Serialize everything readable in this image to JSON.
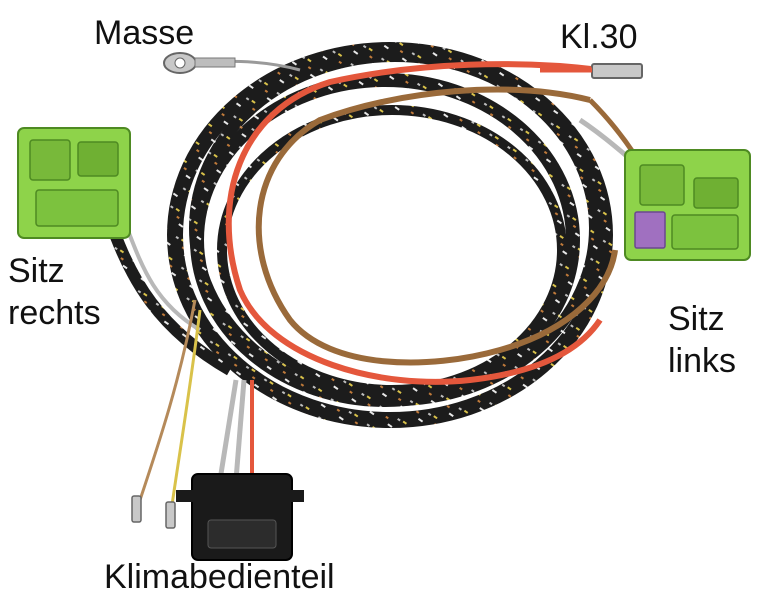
{
  "labels": {
    "masse": "Masse",
    "kl30": "Kl.30",
    "sitz_rechts_line1": "Sitz",
    "sitz_rechts_line2": "rechts",
    "sitz_links_line1": "Sitz",
    "sitz_links_line2": "links",
    "klimabedienteil": "Klimabedienteil"
  },
  "colors": {
    "background": "#ffffff",
    "cable_sheath": "#1c1c1c",
    "wire_red": "#e4573c",
    "wire_brown": "#9a6a3a",
    "wire_grey": "#b8b8b8",
    "wire_yellow": "#d9c24a",
    "connector_green": "#8ed34a",
    "connector_black": "#1a1a1a"
  }
}
